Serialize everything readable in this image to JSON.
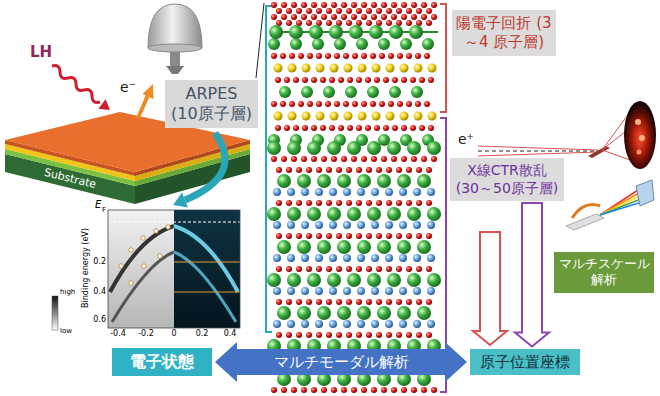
{
  "diagram": {
    "nodes": [
      {
        "text": [
          "ARPES (10原子層)"
        ]
      },
      {
        "text": [
          "陽電子回折 (3～4 原子層)"
        ]
      },
      {
        "text": [
          "X線CTR散乱 (30～50原子層)"
        ]
      },
      {
        "text": [
          "マルチスケール 解析"
        ]
      },
      {
        "text": [
          "電子状態"
        ]
      },
      {
        "text": [
          "原子位置座標"
        ]
      }
    ],
    "edges": [
      {
        "from": 4,
        "to": 5,
        "label": "マルチモーダル解析",
        "arrow": "both"
      },
      {
        "from": 2,
        "to": 5,
        "arrow": "to"
      }
    ],
    "labels": [
      "LH",
      "e⁻",
      "Substrate",
      "E",
      "F",
      "Binding energy (eV)",
      "0.2",
      "0.4",
      "0.6",
      "-0.4",
      "-0.2",
      "0",
      "0.2",
      "0.4",
      "high",
      "low",
      "e⁺"
    ]
  }
}
